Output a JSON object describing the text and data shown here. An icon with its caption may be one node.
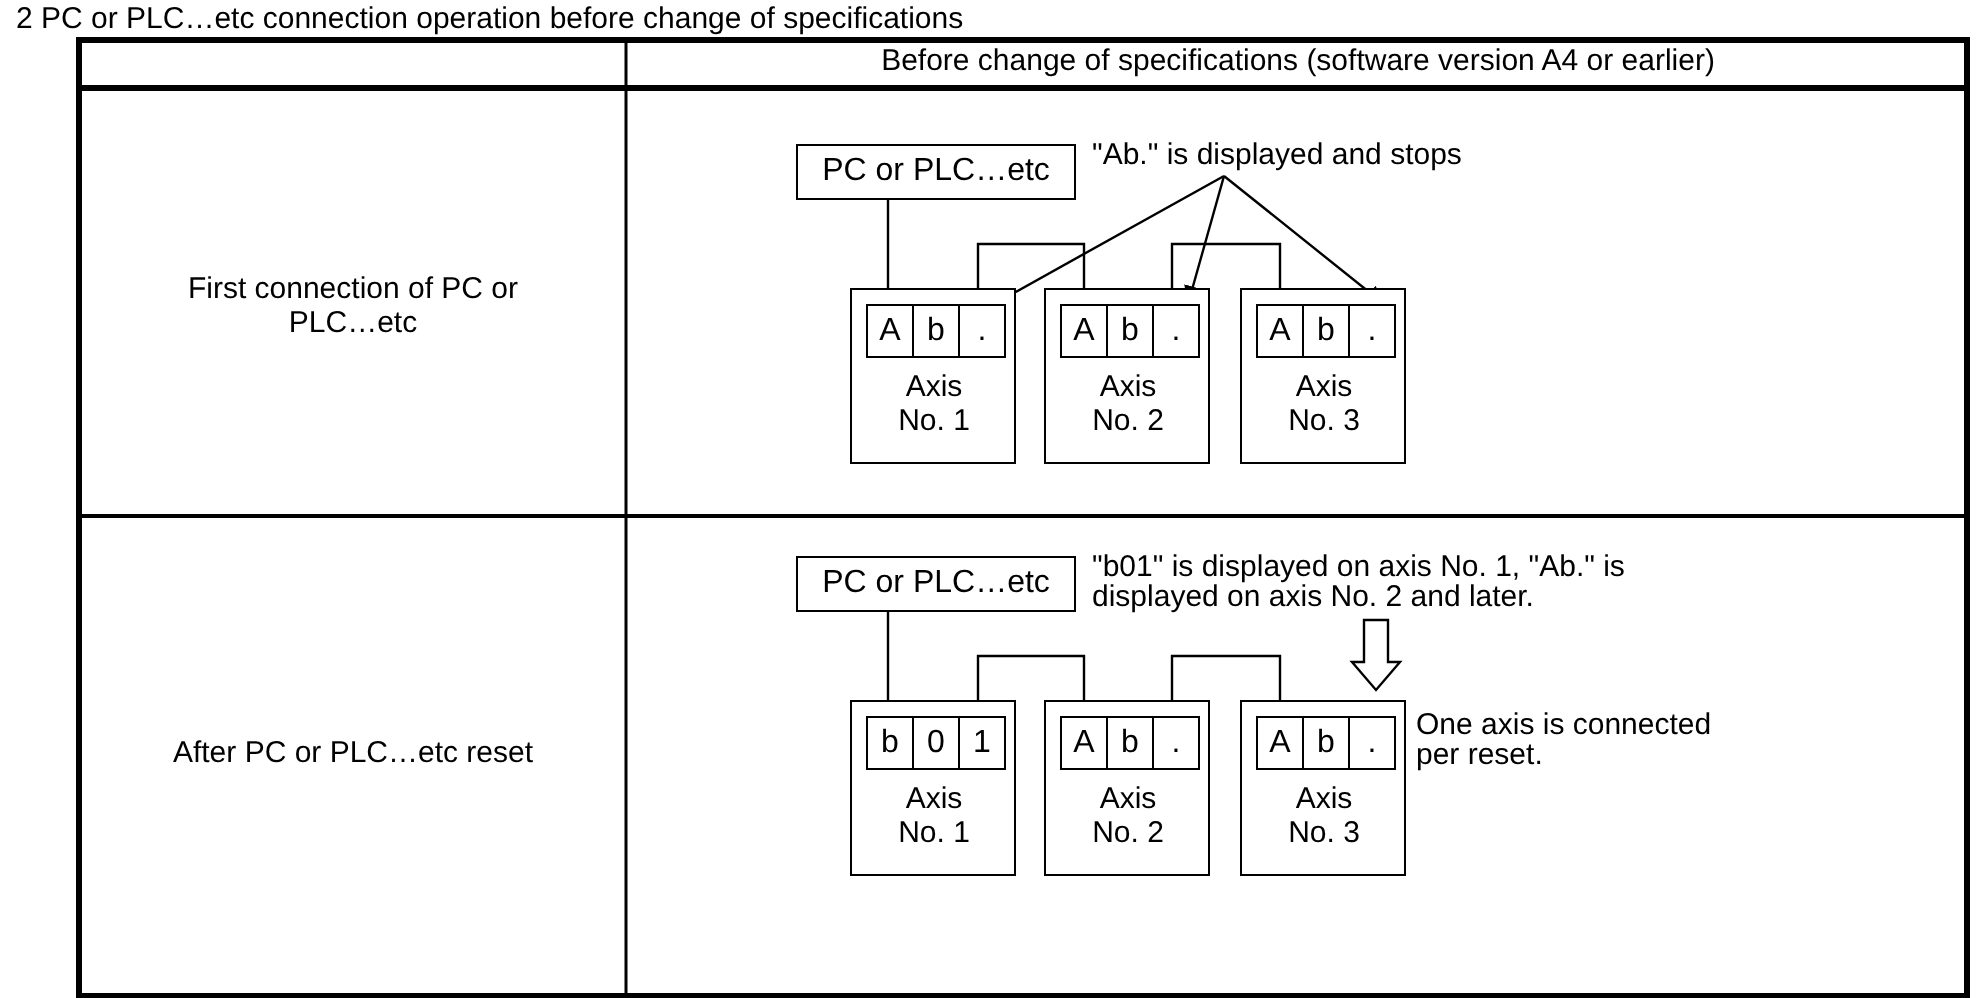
{
  "diagram": {
    "title": "2 PC or PLC…etc connection operation before change of specifications",
    "nodes": [
      {
        "text": [
          "PC or PLC…etc"
        ]
      },
      {
        "text": [
          "Axis No. 1"
        ]
      },
      {
        "text": [
          "A"
        ],
        "in": 1
      },
      {
        "text": [
          "b"
        ],
        "in": 1
      },
      {
        "text": [
          "."
        ],
        "in": 1
      },
      {
        "text": [
          "Axis No. 2"
        ]
      },
      {
        "text": [
          "A"
        ],
        "in": 5
      },
      {
        "text": [
          "b"
        ],
        "in": 5
      },
      {
        "text": [
          "."
        ],
        "in": 5
      },
      {
        "text": [
          "Axis No. 3"
        ]
      },
      {
        "text": [
          "A"
        ],
        "in": 9
      },
      {
        "text": [
          "b"
        ],
        "in": 9
      },
      {
        "text": [
          "."
        ],
        "in": 9
      },
      {
        "text": [
          "\"Ab.\" is displayed and stops"
        ]
      },
      {
        "text": [
          "PC or PLC…etc"
        ]
      },
      {
        "text": [
          "Axis No. 1"
        ]
      },
      {
        "text": [
          "b"
        ],
        "in": 15
      },
      {
        "text": [
          "0"
        ],
        "in": 15
      },
      {
        "text": [
          "1"
        ],
        "in": 15
      },
      {
        "text": [
          "Axis No. 2"
        ]
      },
      {
        "text": [
          "A"
        ],
        "in": 19
      },
      {
        "text": [
          "b"
        ],
        "in": 19
      },
      {
        "text": [
          "."
        ],
        "in": 19
      },
      {
        "text": [
          "Axis No. 3"
        ]
      },
      {
        "text": [
          "A"
        ],
        "in": 23
      },
      {
        "text": [
          "b"
        ],
        "in": 23
      },
      {
        "text": [
          "."
        ],
        "in": 23
      },
      {
        "text": [
          "\"b01\" is displayed on axis No. 1, \"Ab.\" is displayed on axis No. 2 and later."
        ]
      },
      {
        "text": [
          "One axis is connected per reset."
        ]
      }
    ],
    "edges": [
      {
        "from": 0,
        "to": 1,
        "arrow": "none"
      },
      {
        "from": 1,
        "to": 5,
        "arrow": "none"
      },
      {
        "from": 5,
        "to": 9,
        "arrow": "none"
      },
      {
        "from": 13,
        "to": 4,
        "arrow": "to"
      },
      {
        "from": 13,
        "to": 8,
        "arrow": "to"
      },
      {
        "from": 13,
        "to": 12,
        "arrow": "to"
      },
      {
        "from": 14,
        "to": 15,
        "arrow": "none"
      },
      {
        "from": 15,
        "to": 19,
        "arrow": "none"
      },
      {
        "from": 19,
        "to": 23,
        "arrow": "none"
      },
      {
        "from": 27,
        "to": 28,
        "arrow": "to",
        "style": "thick"
      }
    ],
    "labels": [
      "Before change of specifications (software version A4 or earlier)",
      "First connection of PC or PLC…etc",
      "After PC or PLC…etc reset"
    ]
  }
}
